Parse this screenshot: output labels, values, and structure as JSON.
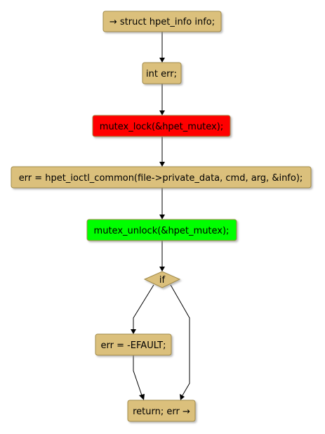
{
  "colors": {
    "default_fill": "#dbc07c",
    "lock_fill": "#ff0000",
    "unlock_fill": "#00ff00",
    "edge": "#000000",
    "shadow": "#a0a0a0"
  },
  "nodes": {
    "start": {
      "label": "→ struct hpet_info info;",
      "fill": "#dbc07c"
    },
    "decl_err": {
      "label": "int err;",
      "fill": "#dbc07c"
    },
    "mutex_lock": {
      "label": "mutex_lock(&hpet_mutex);",
      "fill": "#ff0000"
    },
    "ioctl_call": {
      "label": "err = hpet_ioctl_common(file->private_data, cmd, arg, &info);",
      "fill": "#dbc07c"
    },
    "mutex_unlock": {
      "label": "mutex_unlock(&hpet_mutex);",
      "fill": "#00ff00"
    },
    "if_decision": {
      "label": "if",
      "fill": "#dbc07c"
    },
    "set_efault": {
      "label": "err = -EFAULT;",
      "fill": "#dbc07c"
    },
    "return_err": {
      "label": "return; err →",
      "fill": "#dbc07c"
    }
  }
}
